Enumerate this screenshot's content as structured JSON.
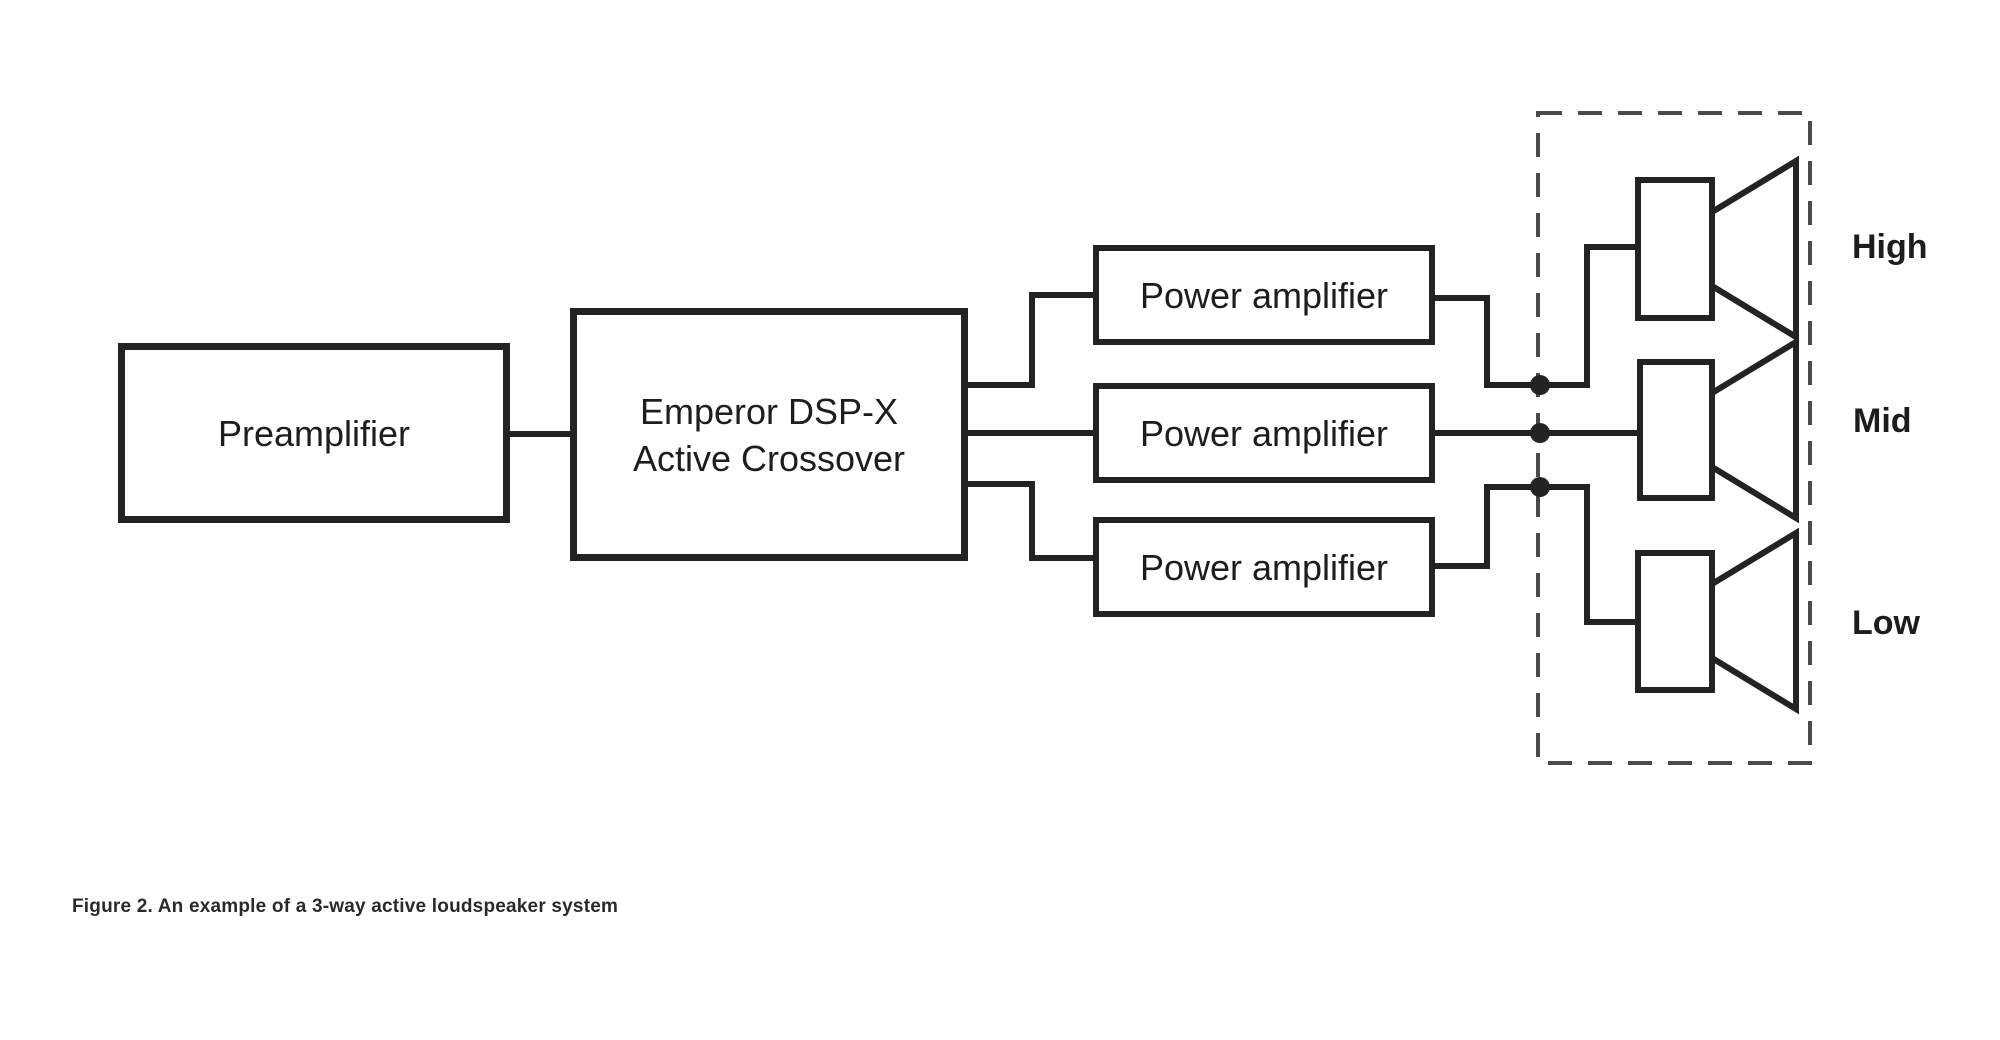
{
  "colors": {
    "line": "#232323",
    "text": "#1d1d1d",
    "enclosure_dash": "#4a4a4a",
    "background": "#ffffff"
  },
  "diagram": {
    "preamplifier_label": "Preamplifier",
    "crossover": {
      "line1": "Emperor DSP-X",
      "line2": "Active Crossover"
    },
    "amplifiers": [
      {
        "label": "Power amplifier"
      },
      {
        "label": "Power amplifier"
      },
      {
        "label": "Power amplifier"
      }
    ],
    "speakers": [
      {
        "label": "High"
      },
      {
        "label": "Mid"
      },
      {
        "label": "Low"
      }
    ]
  },
  "caption": "Figure 2. An example of a 3-way active loudspeaker system"
}
